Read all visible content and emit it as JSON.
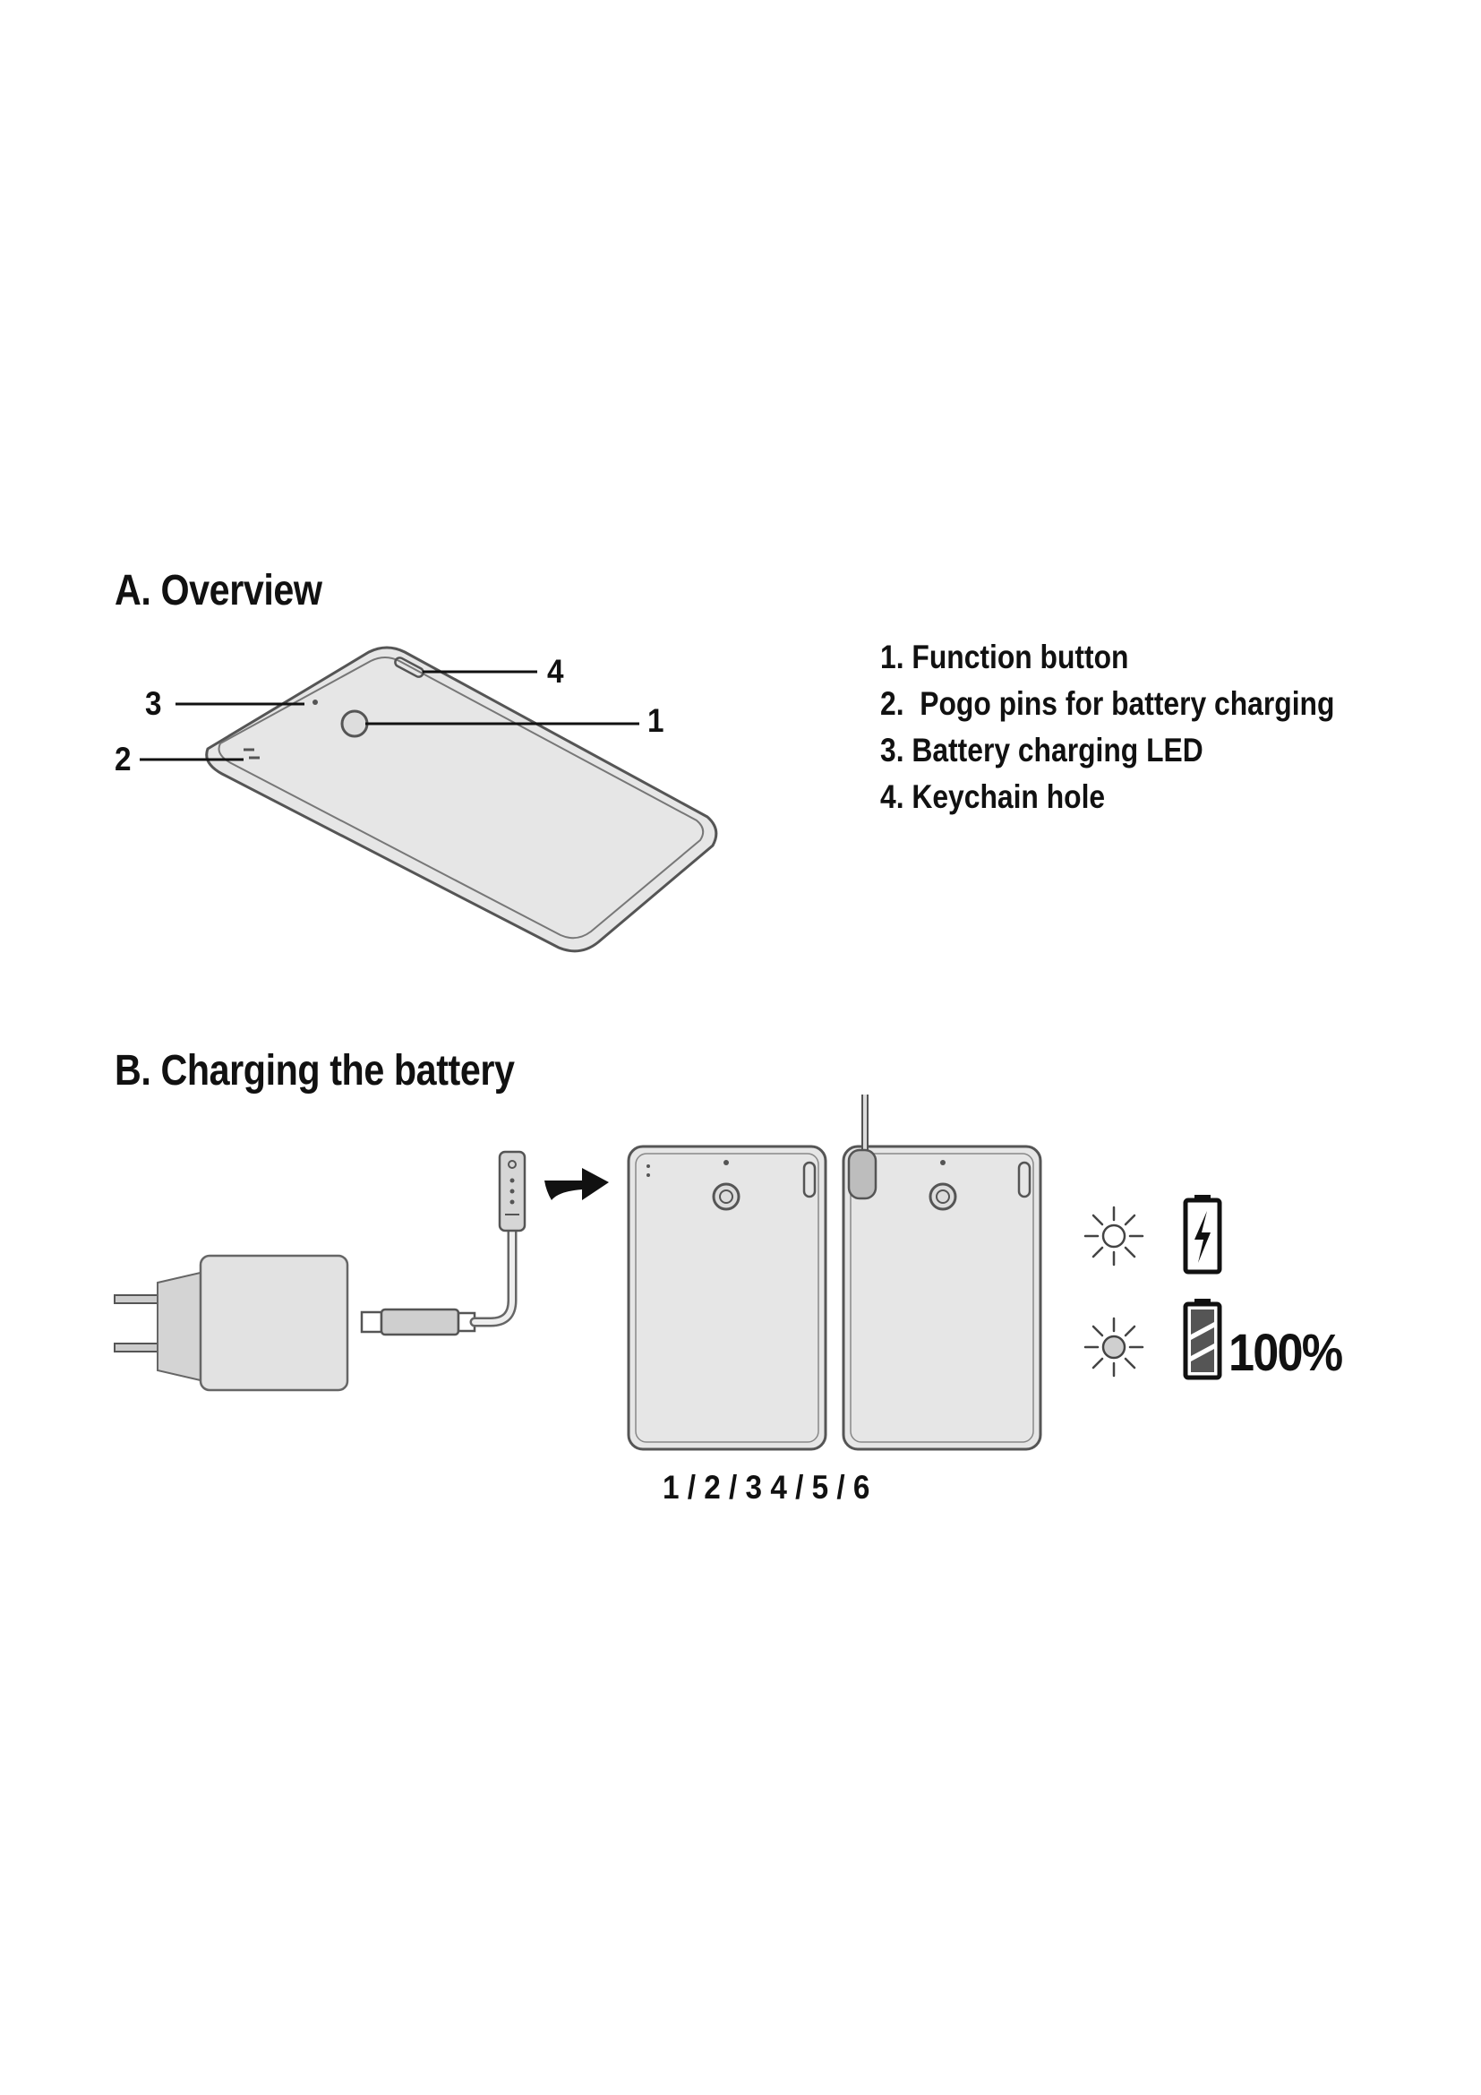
{
  "section_a": {
    "title": "A. Overview",
    "legend": [
      "1. Function button",
      "2.  Pogo pins for battery charging",
      "3. Battery charging LED",
      "4. Keychain hole"
    ],
    "callouts": [
      "1",
      "2",
      "3",
      "4"
    ]
  },
  "section_b": {
    "title": "B. Charging the battery",
    "step_caption": "1 / 2 / 3 4 / 5 / 6",
    "full_label": "100%"
  },
  "icons": [
    "overview-device-illustration",
    "wall-charger-icon",
    "usb-cable-icon",
    "magnetic-connector-icon",
    "arrow-right-icon",
    "device-back-icon",
    "device-charging-icon",
    "led-blinking-icon",
    "led-steady-icon",
    "battery-charging-icon",
    "battery-full-icon"
  ],
  "colors": {
    "outline": "#555555",
    "device_fill": "#e6e6e6",
    "text": "#111111"
  }
}
